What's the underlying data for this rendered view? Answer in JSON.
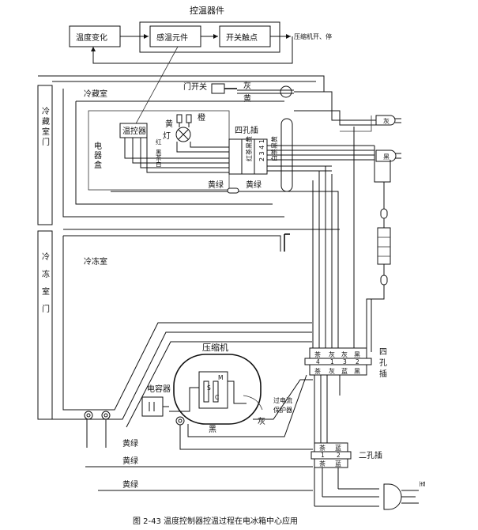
{
  "labels": {
    "temp_controller_parts": "控温器件",
    "temp_change": "温度变化",
    "sensing_element": "感温元件",
    "switch_contact": "开关触点",
    "compressor_on_off": "压缩机开、停",
    "door_switch": "门开关",
    "refrigerator_room": "冷藏室",
    "refrigerator_door": "冷藏室门",
    "thermostat": "温控器",
    "electrical_box": "电器盒",
    "yellow": "黄",
    "lamp": "灯",
    "orange": "橙",
    "four_pin_plug_top": "四孔插",
    "plug_left_colors": "红茶黑黄",
    "plug_pins": "2 3 4 1",
    "plug_right_colors": "白茶黑黄",
    "gray": "灰",
    "yellow_wire": "黄",
    "red": "红",
    "black": "黑",
    "brown": "茶",
    "white": "白",
    "yellow_green_1": "黄绿",
    "yellow_green_2": "黄绿",
    "freezer_room": "冷冻室",
    "freezer_door": "冷冻室门",
    "compressor": "压缩机",
    "capacitor": "电容器",
    "overload_protector": "过电流保护器",
    "gray_label": "灰",
    "black_label": "黑",
    "motor_pin_s": "S",
    "motor_pin_c": "C",
    "motor_pin_m": "M",
    "four_pin_plug_bottom": "四孔插",
    "fpp_top_colors": [
      "茶",
      "灰",
      "灰",
      "黑"
    ],
    "fpp_pins": [
      "4",
      "1",
      "3",
      "2"
    ],
    "fpp_bottom_colors": [
      "茶",
      "灰",
      "蓝",
      "黑"
    ],
    "two_pin_plug": "二孔插",
    "tpp_top_colors": [
      "茶",
      "蓝"
    ],
    "tpp_pins": [
      "1",
      "2"
    ],
    "tpp_bottom_colors": [
      "茶",
      "蓝"
    ],
    "yg_bottom_1": "黄绿",
    "yg_bottom_2": "黄绿",
    "yg_bottom_3": "黄绿",
    "connector_gray": "灰",
    "connector_black": "黑",
    "power_terminal": "至"
  },
  "caption": "图 2-43  温度控制器控温过程在电冰箱中心应用"
}
